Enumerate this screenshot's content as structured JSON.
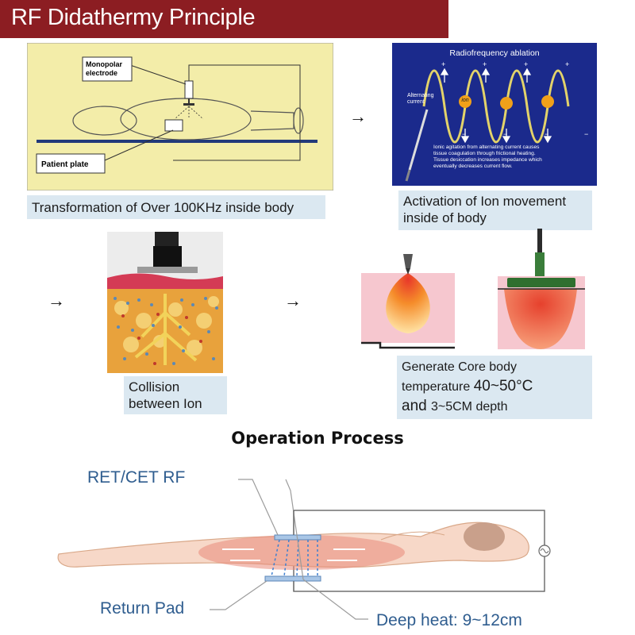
{
  "header": {
    "title": "RF Didathermy Principle"
  },
  "step1": {
    "electrode_label": "Monopolar\nelectrode",
    "plate_label": "Patient plate",
    "caption": "Transformation of Over 100KHz inside body"
  },
  "step2": {
    "panel_title": "Radiofrequency ablation",
    "current_label": "Alternating\ncurrent",
    "ion_label": "ion",
    "plus_sign": "+",
    "minus_sign": "−",
    "note_lines": [
      "Ionic agitation from alternating current causes",
      "tissue coagulation through frictional heating.",
      "Tissue desiccation increases impedance which",
      "eventually decreases current flow."
    ],
    "caption_line1": "Activation of Ion movement",
    "caption_line2": "inside of body"
  },
  "step3": {
    "caption_line1": "Collision",
    "caption_line2": "between Ion"
  },
  "step4": {
    "caption_line1": "Generate Core body",
    "caption_line2_prefix": "temperature ",
    "caption_line2_value": "40~50°C",
    "caption_line3_prefix": "and ",
    "caption_line3_value": "3~5CM depth"
  },
  "arrows": {
    "symbol": "→"
  },
  "operation": {
    "title": "Operation Process",
    "electrode_label": "RET/CET RF",
    "return_label": "Return Pad",
    "heat_label": "Deep heat: 9~12cm"
  },
  "colors": {
    "banner": "#8c1d22",
    "caption_bg": "#dbe8f1",
    "blue_label": "#2f5d8f",
    "ablation_bg": "#1b2a8c",
    "panel1_bg": "#f3eda9"
  }
}
